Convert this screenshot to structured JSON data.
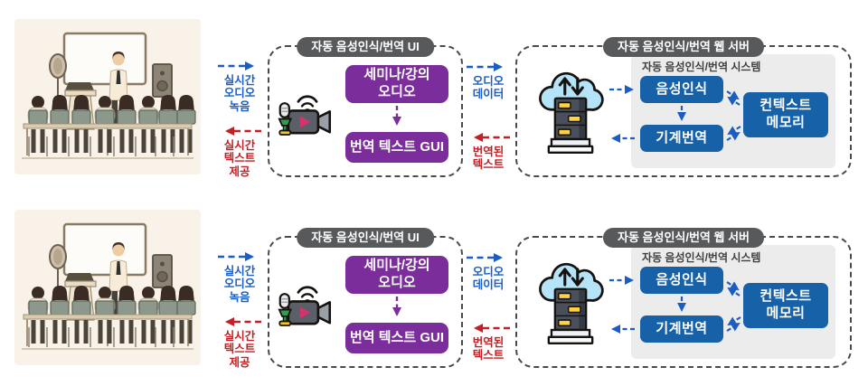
{
  "page": {
    "background": "#FFFFFF"
  },
  "colors": {
    "purple_box": "#7B2D9B",
    "blue_node": "#1661A7",
    "arrow_blue": "#1A5EC4",
    "arrow_red": "#C22026",
    "title_pill_gray": "#58595B",
    "panel_dashed_border": "#4A4A4A",
    "system_box_bg": "#ECECEC"
  },
  "icons": {
    "scene": "lecture-room-illustration",
    "camera": "video-camera-with-mic-icon",
    "server": "cloud-server-icon"
  },
  "rows": [
    {
      "capture_link": {
        "audio_lines": [
          "실시간",
          "오디오",
          "녹음"
        ],
        "text_lines": [
          "실시간",
          "텍스트",
          "제공"
        ]
      },
      "ui_panel": {
        "title": "자동 음성인식/번역 UI",
        "audio_box_lines": [
          "세미나/강의",
          "오디오"
        ],
        "gui_box_label": "번역 텍스트 GUI"
      },
      "server_link": {
        "audio_lines": [
          "오디오",
          "데이터"
        ],
        "text_lines": [
          "번역된",
          "텍스트"
        ]
      },
      "server_panel": {
        "title": "자동 음성인식/번역 웹 서버",
        "system_label": "자동 음성인식/번역 시스템",
        "asr_label": "음성인식",
        "mt_label": "기계번역",
        "memory_lines": [
          "컨텍스트",
          "메모리"
        ]
      }
    },
    {
      "capture_link": {
        "audio_lines": [
          "실시간",
          "오디오",
          "녹음"
        ],
        "text_lines": [
          "실시간",
          "텍스트",
          "제공"
        ]
      },
      "ui_panel": {
        "title": "자동 음성인식/번역 UI",
        "audio_box_lines": [
          "세미나/강의",
          "오디오"
        ],
        "gui_box_label": "번역 텍스트 GUI"
      },
      "server_link": {
        "audio_lines": [
          "오디오",
          "데이터"
        ],
        "text_lines": [
          "번역된",
          "텍스트"
        ]
      },
      "server_panel": {
        "title": "자동 음성인식/번역 웹 서버",
        "system_label": "자동 음성인식/번역 시스템",
        "asr_label": "음성인식",
        "mt_label": "기계번역",
        "memory_lines": [
          "컨텍스트",
          "메모리"
        ]
      }
    }
  ]
}
